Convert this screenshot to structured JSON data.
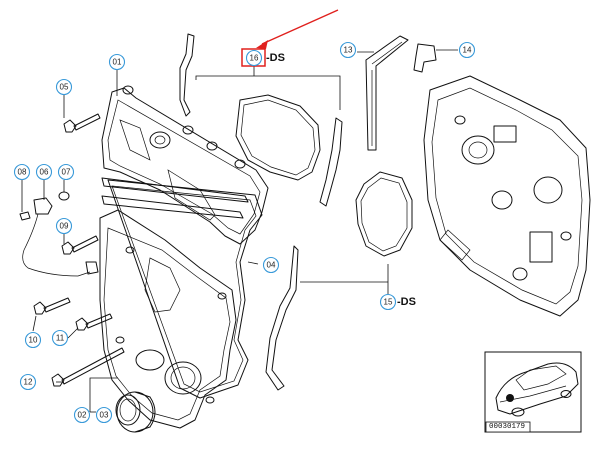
{
  "callouts": [
    {
      "id": "c01",
      "label": "01"
    },
    {
      "id": "c05",
      "label": "05"
    },
    {
      "id": "c08",
      "label": "08"
    },
    {
      "id": "c06",
      "label": "06"
    },
    {
      "id": "c07",
      "label": "07"
    },
    {
      "id": "c09",
      "label": "09"
    },
    {
      "id": "c10",
      "label": "10"
    },
    {
      "id": "c11",
      "label": "11"
    },
    {
      "id": "c12",
      "label": "12"
    },
    {
      "id": "c02",
      "label": "02"
    },
    {
      "id": "c03",
      "label": "03"
    },
    {
      "id": "c04",
      "label": "04"
    },
    {
      "id": "c13",
      "label": "13"
    },
    {
      "id": "c14",
      "label": "14"
    },
    {
      "id": "c15",
      "label": "15"
    },
    {
      "id": "c16",
      "label": "16"
    }
  ],
  "suffix_ds": "-DS",
  "highlight": {
    "part": "16",
    "color": "#e0201d"
  },
  "vehicle_ref": {
    "code": "00030179"
  },
  "colors": {
    "callout": "#3a9ad9",
    "line": "#111111",
    "arrow": "#e0201d"
  }
}
